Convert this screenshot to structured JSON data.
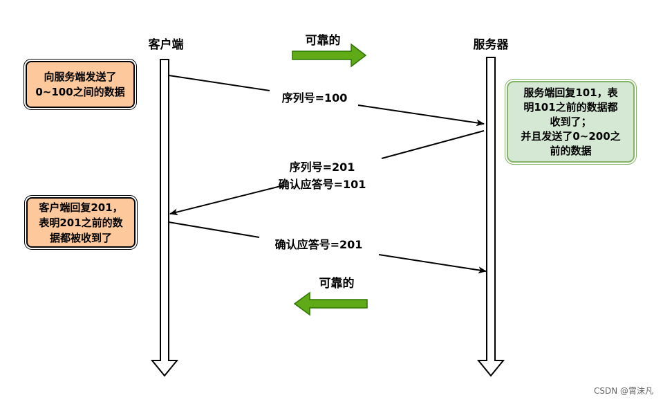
{
  "participants": {
    "client": "客户端",
    "server": "服务器"
  },
  "reliable_labels": {
    "top": "可靠的",
    "bottom": "可靠的"
  },
  "messages": {
    "m1": "序列号=100",
    "m2_line1": "序列号=201",
    "m2_line2": "确认应答号=101",
    "m3": "确认应答号=201"
  },
  "notes": {
    "client_send": "向服务端发送了\n0~100之间的数据",
    "server_reply": "服务端回复101，表\n明101之前的数据都\n收到了；\n并且发送了0~200之\n前的数据",
    "client_reply": "客户端回复201，\n表明201之前的数\n据都被收到了"
  },
  "watermark": "CSDN @霄沫凡",
  "colors": {
    "orange_fill": "#fdc89b",
    "green_fill": "#d5e8d4",
    "green_stroke": "#82b366",
    "reliable_arrow": "#60a917",
    "reliable_arrow_stroke": "#2d7600"
  }
}
